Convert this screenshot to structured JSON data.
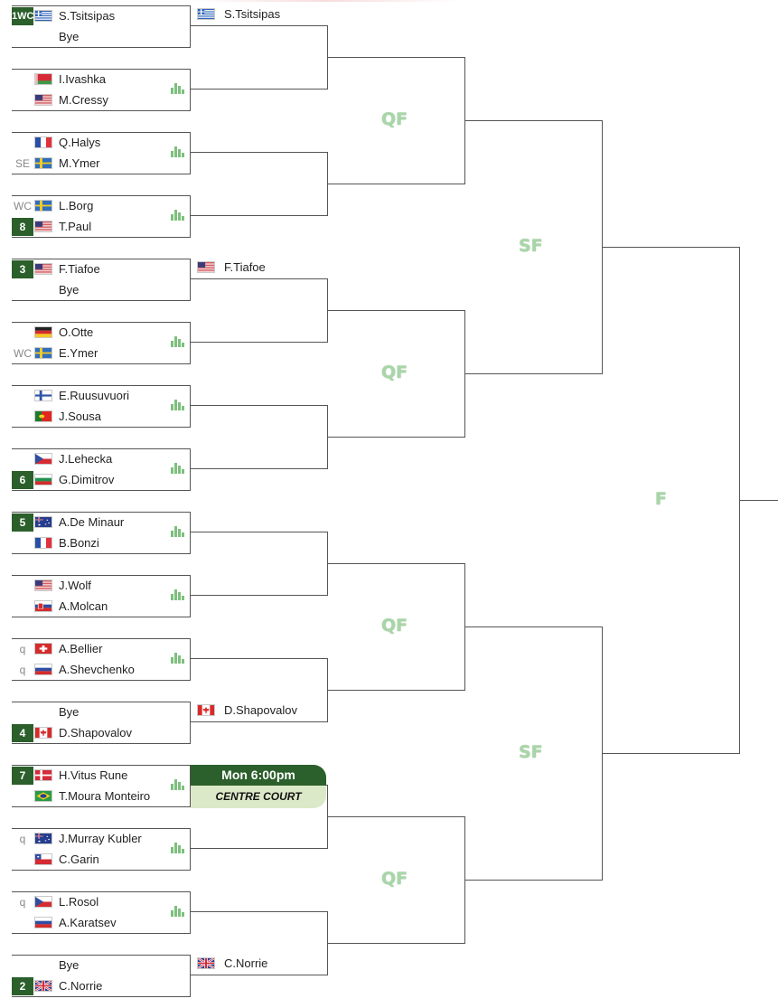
{
  "round_labels": {
    "qf": "QF",
    "sf": "SF",
    "f": "F"
  },
  "schedule": {
    "time": "Mon 6:00pm",
    "court": "CENTRE COURT"
  },
  "matches": [
    {
      "p1": {
        "seed": "1WC",
        "flag": "GRE",
        "name": "S.Tsitsipas"
      },
      "p2": {
        "bye": "Bye"
      },
      "winner": {
        "flag": "GRE",
        "name": "S.Tsitsipas"
      }
    },
    {
      "p1": {
        "flag": "BLR",
        "name": "I.Ivashka"
      },
      "p2": {
        "flag": "USA",
        "name": "M.Cressy"
      },
      "stats": true
    },
    {
      "p1": {
        "flag": "FRA",
        "name": "Q.Halys"
      },
      "p2": {
        "entry": "SE",
        "flag": "SWE",
        "name": "M.Ymer"
      },
      "stats": true
    },
    {
      "p1": {
        "entry": "WC",
        "flag": "SWE",
        "name": "L.Borg"
      },
      "p2": {
        "seed": "8",
        "flag": "USA",
        "name": "T.Paul"
      },
      "stats": true
    },
    {
      "p1": {
        "seed": "3",
        "flag": "USA",
        "name": "F.Tiafoe"
      },
      "p2": {
        "bye": "Bye"
      },
      "winner": {
        "flag": "USA",
        "name": "F.Tiafoe"
      }
    },
    {
      "p1": {
        "flag": "GER",
        "name": "O.Otte"
      },
      "p2": {
        "entry": "WC",
        "flag": "SWE",
        "name": "E.Ymer"
      },
      "stats": true
    },
    {
      "p1": {
        "flag": "FIN",
        "name": "E.Ruusuvuori"
      },
      "p2": {
        "flag": "POR",
        "name": "J.Sousa"
      },
      "stats": true
    },
    {
      "p1": {
        "flag": "CZE",
        "name": "J.Lehecka"
      },
      "p2": {
        "seed": "6",
        "flag": "BUL",
        "name": "G.Dimitrov"
      },
      "stats": true
    },
    {
      "p1": {
        "seed": "5",
        "flag": "AUS",
        "name": "A.De Minaur"
      },
      "p2": {
        "flag": "FRA",
        "name": "B.Bonzi"
      },
      "stats": true
    },
    {
      "p1": {
        "flag": "USA",
        "name": "J.Wolf"
      },
      "p2": {
        "flag": "SVK",
        "name": "A.Molcan"
      },
      "stats": true
    },
    {
      "p1": {
        "entry": "q",
        "flag": "SUI",
        "name": "A.Bellier"
      },
      "p2": {
        "entry": "q",
        "flag": "RUS",
        "name": "A.Shevchenko"
      },
      "stats": true
    },
    {
      "p1": {
        "bye": "Bye"
      },
      "p2": {
        "seed": "4",
        "flag": "CAN",
        "name": "D.Shapovalov"
      },
      "winner": {
        "flag": "CAN",
        "name": "D.Shapovalov"
      }
    },
    {
      "p1": {
        "seed": "7",
        "flag": "DEN",
        "name": "H.Vitus Rune"
      },
      "p2": {
        "flag": "BRA",
        "name": "T.Moura Monteiro"
      },
      "stats": true
    },
    {
      "p1": {
        "entry": "q",
        "flag": "AUS",
        "name": "J.Murray Kubler"
      },
      "p2": {
        "flag": "CHI",
        "name": "C.Garin"
      },
      "stats": true
    },
    {
      "p1": {
        "entry": "q",
        "flag": "CZE",
        "name": "L.Rosol"
      },
      "p2": {
        "flag": "RUS",
        "name": "A.Karatsev"
      },
      "stats": true
    },
    {
      "p1": {
        "bye": "Bye"
      },
      "p2": {
        "seed": "2",
        "flag": "GBR",
        "name": "C.Norrie"
      },
      "winner": {
        "flag": "GBR",
        "name": "C.Norrie"
      }
    }
  ],
  "colors": {
    "seed_bg": "#2b5f2b",
    "stats_icon": "#7dc07d",
    "round_label": "#a9d6a9",
    "court_bg": "#dce9c9",
    "line": "#555555"
  }
}
